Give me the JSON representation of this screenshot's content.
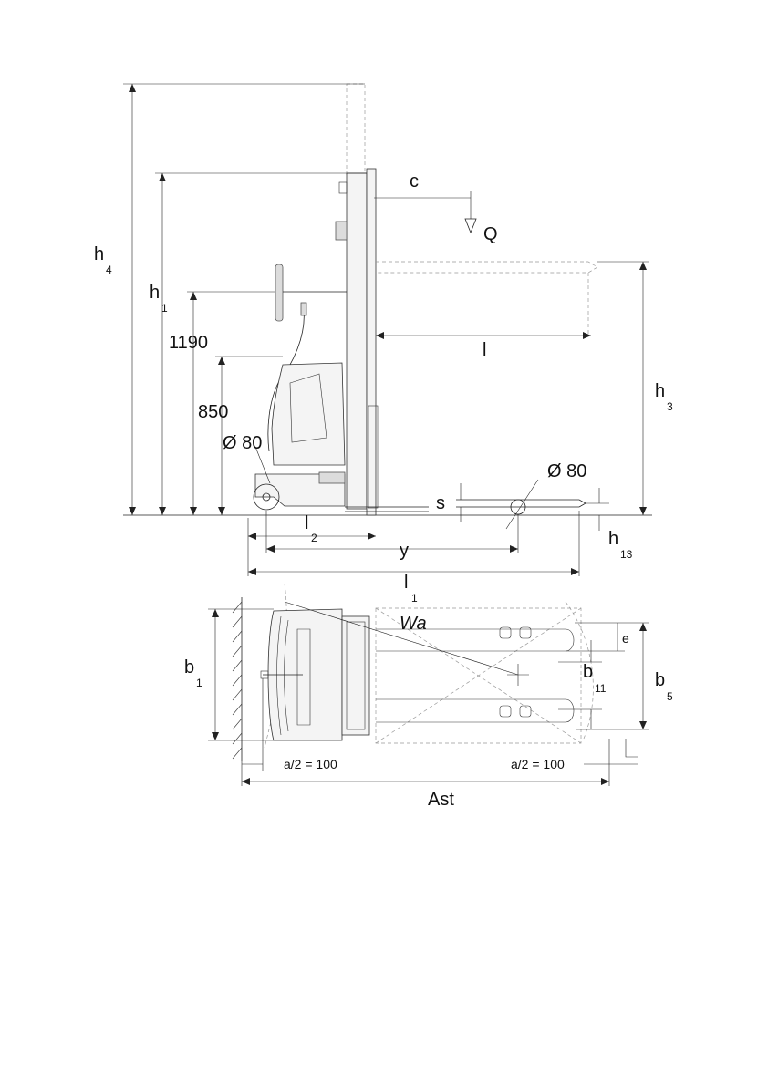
{
  "labels": {
    "h4": {
      "main": "h",
      "sub": "4"
    },
    "h1": {
      "main": "h",
      "sub": "1"
    },
    "h3": {
      "main": "h",
      "sub": "3"
    },
    "h13": {
      "main": "h",
      "sub": "13"
    },
    "c": "c",
    "Q": "Q",
    "l": "l",
    "d1190": "1190",
    "d850": "850",
    "dia_left": "Ø 80",
    "dia_right": "Ø 80",
    "s": "s",
    "l2": {
      "main": "l",
      "sub": "2"
    },
    "y": "y",
    "l1": {
      "main": "l",
      "sub": "1"
    },
    "wa": "Wa",
    "e": "e",
    "b1": {
      "main": "b",
      "sub": "1"
    },
    "b11": {
      "main": "b",
      "sub": "11"
    },
    "b5": {
      "main": "b",
      "sub": "5"
    },
    "a2_left": "a/2 = 100",
    "a2_right": "a/2 = 100",
    "ast": "Ast"
  }
}
